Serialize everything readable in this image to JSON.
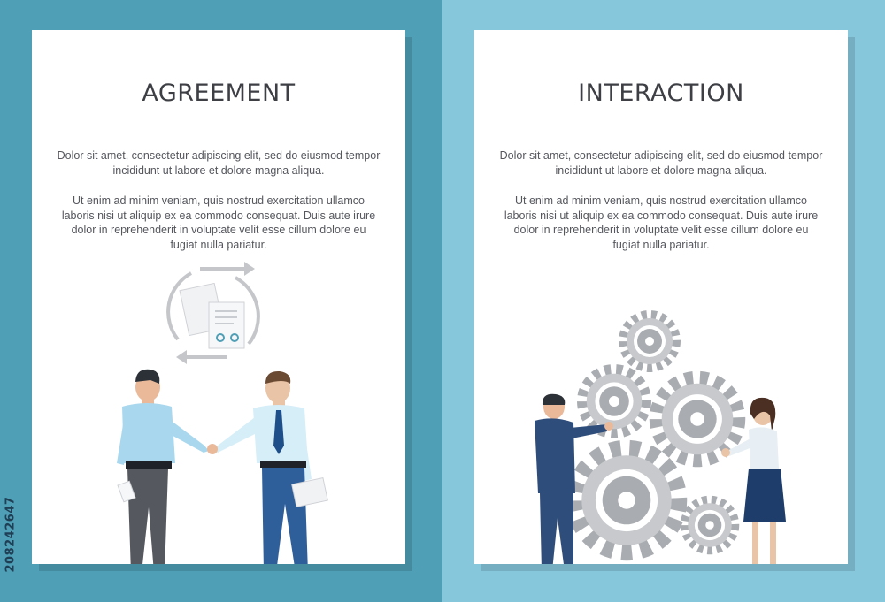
{
  "left_card": {
    "title": "AGREEMENT",
    "paragraph1": "Dolor sit amet, consectetur adipiscing elit, sed do eiusmod tempor incididunt ut labore et dolore magna aliqua.",
    "paragraph2": "Ut enim ad minim veniam, quis nostrud exercitation ullamco laboris nisi ut aliquip ex ea commodo consequat. Duis aute irure dolor in reprehenderit in voluptate velit esse cillum dolore eu fugiat nulla pariatur.",
    "illustration": "two businessmen shaking hands under a document-exchange cycle"
  },
  "right_card": {
    "title": "INTERACTION",
    "paragraph1": "Dolor sit amet, consectetur adipiscing elit, sed do eiusmod tempor incididunt ut labore et dolore magna aliqua.",
    "paragraph2": "Ut enim ad minim veniam, quis nostrud exercitation ullamco laboris nisi ut aliquip ex ea commodo consequat. Duis aute irure dolor in reprehenderit in voluptate velit esse cillum dolore eu fugiat nulla pariatur.",
    "illustration": "businessman and businesswoman turning a set of gears"
  },
  "watermark": {
    "stock_id": "208242647"
  },
  "colors": {
    "left_background": "#4f9fb6",
    "right_background": "#87c7dc",
    "card": "#ffffff",
    "title_text": "#3d3f45",
    "body_text": "#55575d",
    "gear": "#a9acb0"
  }
}
